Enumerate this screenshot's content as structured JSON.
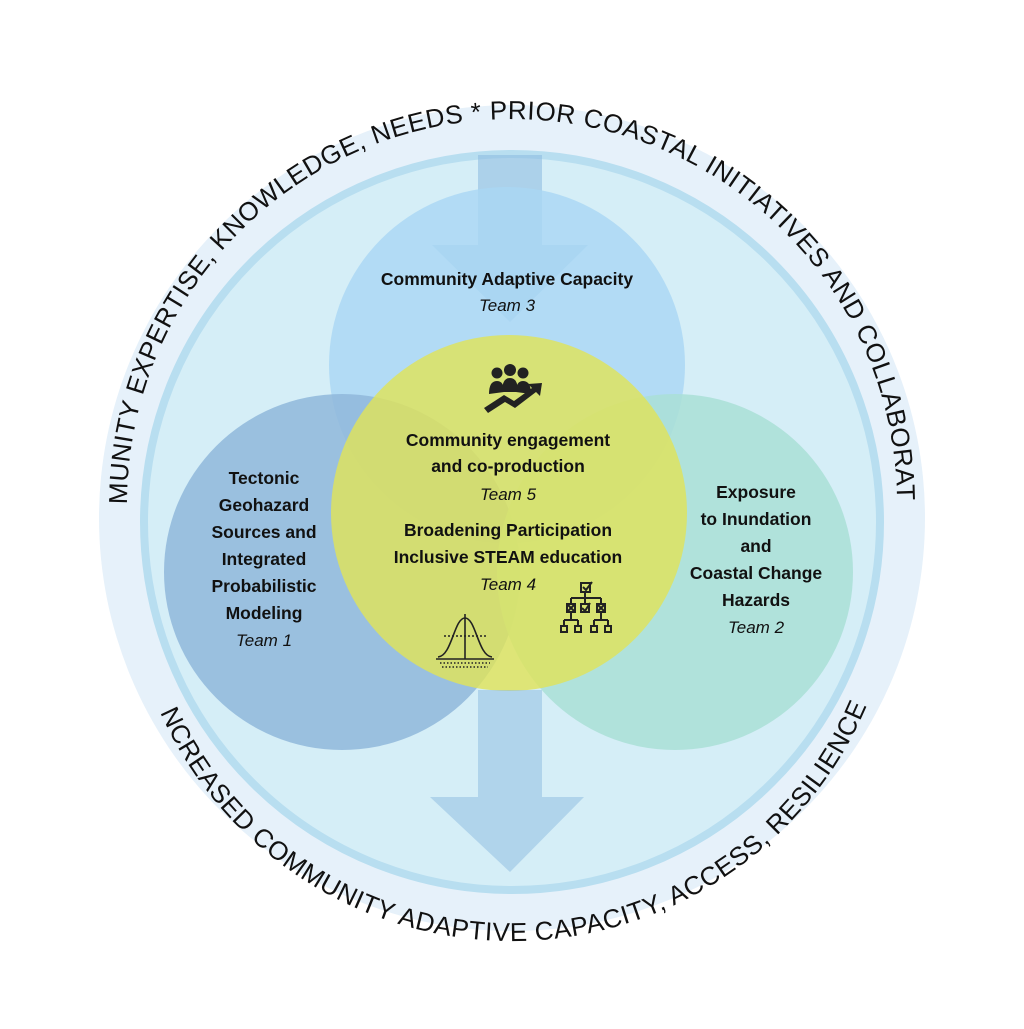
{
  "outer_ring": {
    "top_text": "COMMUNITY EXPERTISE, KNOWLEDGE, NEEDS * PRIOR COASTAL INITIATIVES AND COLLABORATIONS",
    "bottom_text": "INCREASED COMMUNITY ADAPTIVE CAPACITY, ACCESS, RESILIENCE"
  },
  "circles": {
    "top": {
      "title": "Community Adaptive Capacity",
      "team": "Team 3",
      "color": "#a9d7f4"
    },
    "left": {
      "lines": [
        "Tectonic",
        "Geohazard",
        "Sources and",
        "Integrated",
        "Probabilistic",
        "Modeling"
      ],
      "team": "Team 1",
      "color": "#8fb7da"
    },
    "right": {
      "lines": [
        "Exposure",
        "to Inundation",
        "and",
        "Coastal Change",
        "Hazards"
      ],
      "team": "Team 2",
      "color": "#a9dfd6"
    },
    "center": {
      "block1_lines": [
        "Community engagement",
        "and co-production"
      ],
      "block1_team": "Team 5",
      "block2_lines": [
        "Broadening Participation",
        "Inclusive STEAM education"
      ],
      "block2_team": "Team 4",
      "color": "#dfe35a"
    }
  },
  "icons": [
    "community-growth-icon",
    "bell-curve-icon",
    "decision-tree-icon"
  ],
  "colors": {
    "outer_ring": "#e6f1fa",
    "inner_disc": "#d5eef7",
    "inner_disc_border": "#b8def0",
    "arrow": "#8bb9e0"
  }
}
